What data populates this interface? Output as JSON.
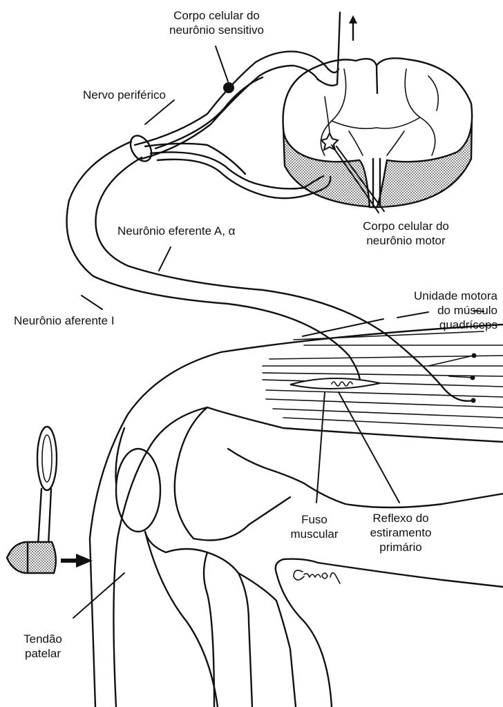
{
  "labels": {
    "sensory_cell_body": [
      "Corpo celular do",
      "neurônio sensitivo"
    ],
    "peripheral_nerve": "Nervo periférico",
    "efferent_neuron": "Neurônio eferente A, α",
    "afferent_neuron": "Neurônio aferente I",
    "motor_cell_body": [
      "Corpo celular do",
      "neurônio motor"
    ],
    "motor_unit": [
      "Unidade motora",
      "do músculo",
      "quadríceps"
    ],
    "muscle_spindle": [
      "Fuso",
      "muscular"
    ],
    "stretch_reflex": [
      "Reflexo do",
      "estiramento",
      "primário"
    ],
    "patellar_tendon": [
      "Tendão",
      "patelar"
    ]
  },
  "signature": "CMou",
  "colors": {
    "ink": "#111111",
    "hatch": "#555555",
    "background": "#ffffff"
  },
  "icons": [
    "reflex-hammer-icon",
    "strike-arrow-icon",
    "ascending-arrow-icon"
  ]
}
